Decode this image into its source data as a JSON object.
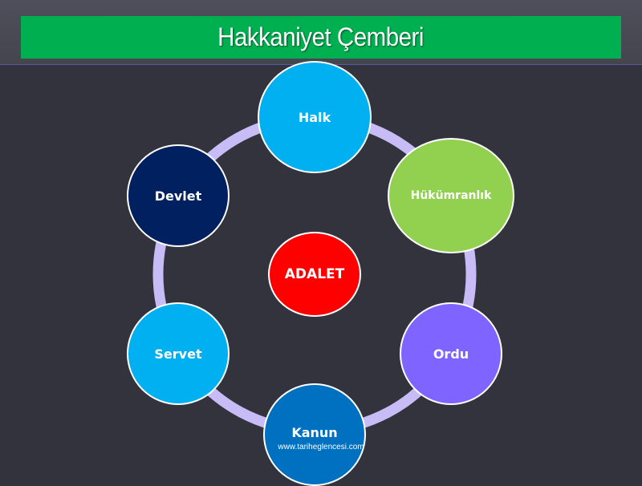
{
  "slide": {
    "title": "Hakkaniyet Çemberi",
    "watermark": "www.tariheglencesi.com"
  },
  "diagram": {
    "ring_color": "#c8bcf6",
    "center": {
      "label": "ADALET",
      "color": "#ff0000"
    },
    "nodes": [
      {
        "id": "halk",
        "label": "Halk",
        "color": "#00b0f0"
      },
      {
        "id": "hukumranlik",
        "label": "Hükümranlık",
        "color": "#92d050"
      },
      {
        "id": "ordu",
        "label": "Ordu",
        "color": "#8064ff"
      },
      {
        "id": "kanun",
        "label": "Kanun",
        "color": "#0070c0"
      },
      {
        "id": "servet",
        "label": "Servet",
        "color": "#00b0f0"
      },
      {
        "id": "devlet",
        "label": "Devlet",
        "color": "#002060"
      }
    ]
  }
}
